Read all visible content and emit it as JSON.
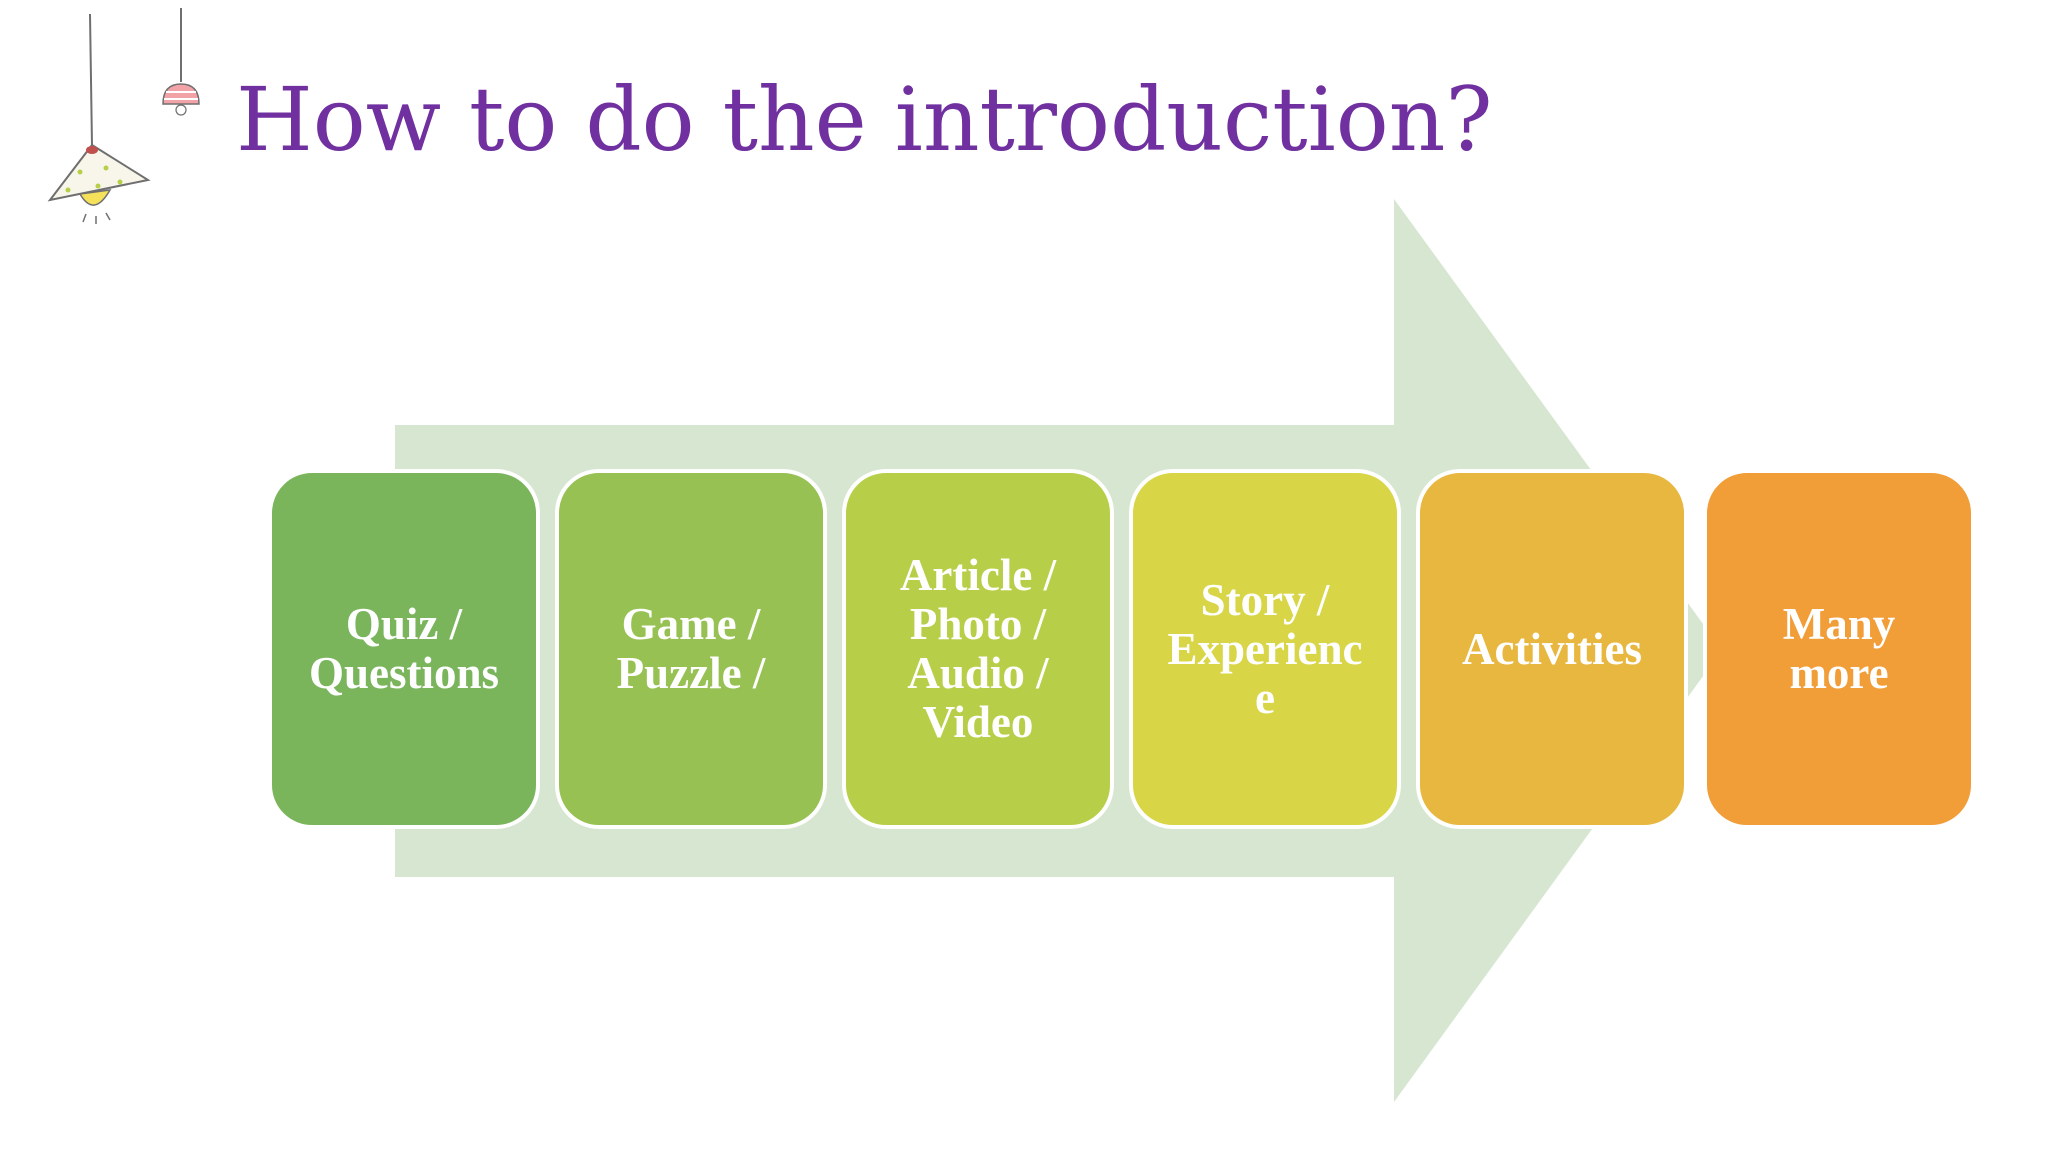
{
  "slide": {
    "title": "How to do the introduction?"
  },
  "colors": {
    "title": "#7030a0",
    "arrow": "#d6e6d0",
    "step_text": "#ffffff"
  },
  "steps": [
    {
      "label": "Quiz /\nQuestions",
      "color": "#7ab55c"
    },
    {
      "label": "Game /\nPuzzle /",
      "color": "#97c153"
    },
    {
      "label": "Article /\nPhoto /\nAudio /\nVideo",
      "color": "#b7cf48"
    },
    {
      "label": "Story /\nExperienc\ne",
      "color": "#d8d547"
    },
    {
      "label": "Activities",
      "color": "#e7b73f"
    },
    {
      "label": "Many\nmore",
      "color": "#f19d38"
    }
  ]
}
